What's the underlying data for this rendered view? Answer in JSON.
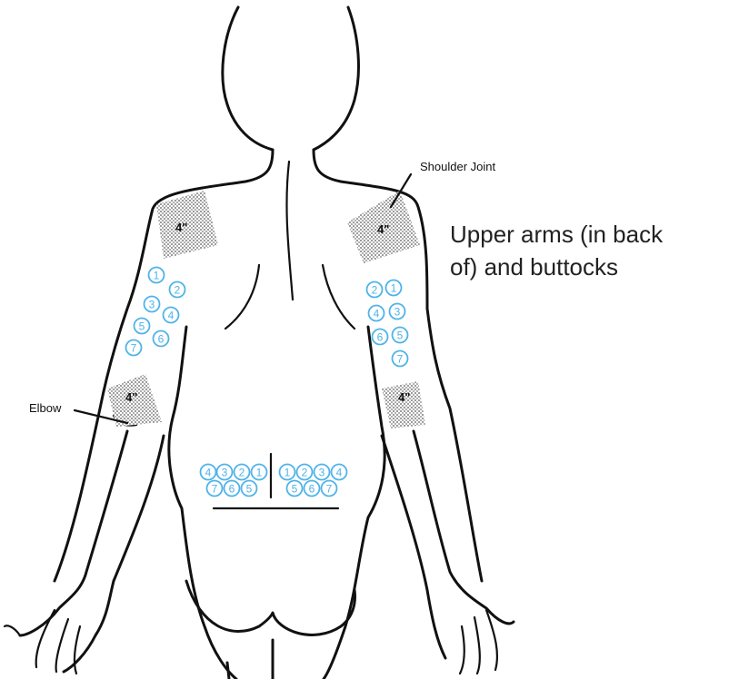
{
  "caption": {
    "line1": "Upper arms (in back",
    "line2": "of) and buttocks"
  },
  "labels": {
    "shoulder_joint": "Shoulder Joint",
    "elbow": "Elbow"
  },
  "patch_label": "4\"",
  "site_colors": {
    "accent": "#4fb3e8"
  },
  "sites": {
    "left_arm": [
      "1",
      "2",
      "3",
      "4",
      "5",
      "6",
      "7"
    ],
    "right_arm": [
      "2",
      "1",
      "4",
      "3",
      "6",
      "5",
      "7"
    ],
    "buttock_left": [
      "4",
      "3",
      "2",
      "1",
      "7",
      "6",
      "5"
    ],
    "buttock_right": [
      "1",
      "2",
      "3",
      "4",
      "5",
      "6",
      "7"
    ]
  }
}
